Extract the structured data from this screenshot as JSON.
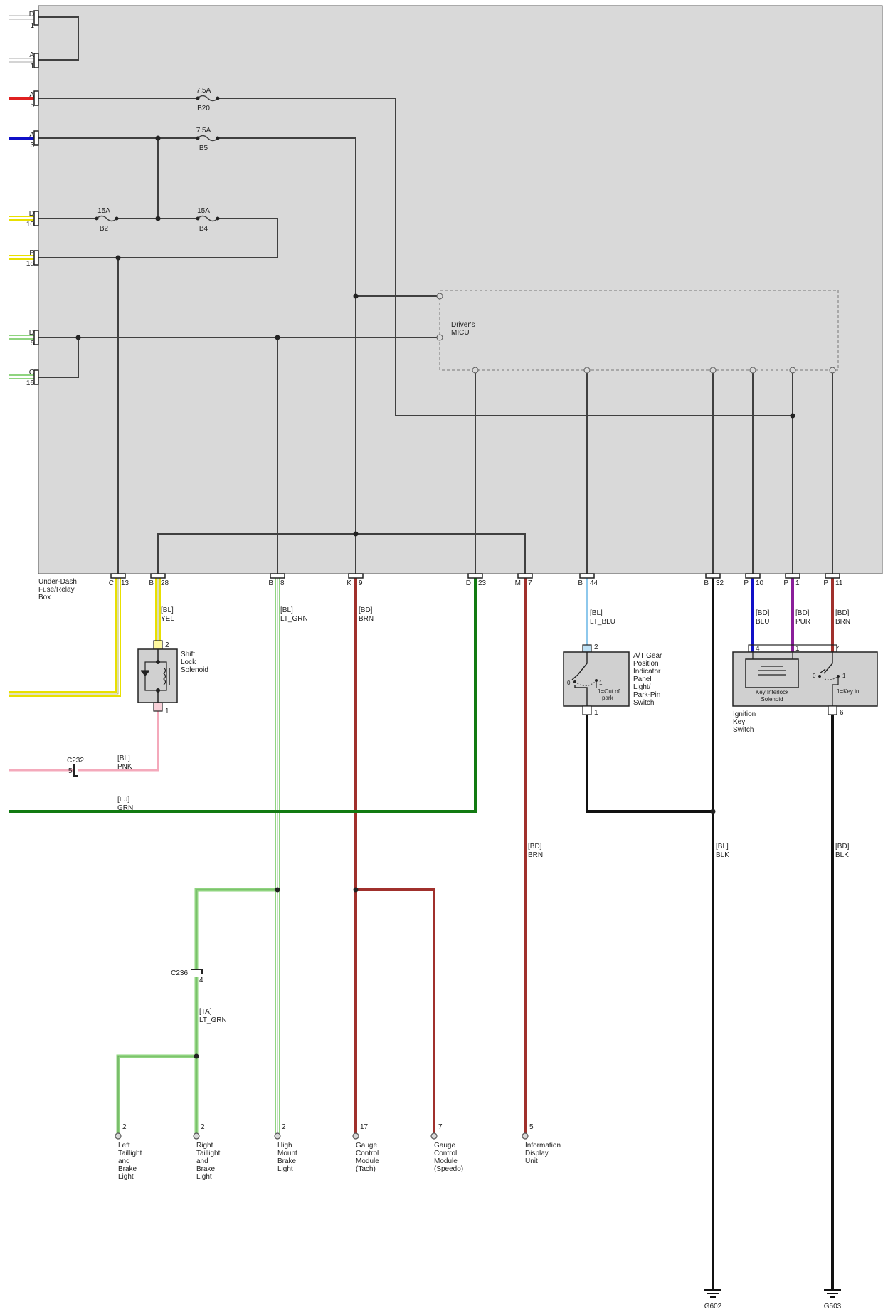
{
  "fuse_box": {
    "name_lines": [
      "Under-Dash",
      "Fuse/Relay",
      "Box"
    ],
    "left_terminals": [
      {
        "letter": "D",
        "num": "1"
      },
      {
        "letter": "A",
        "num": "1"
      },
      {
        "letter": "A",
        "num": "5"
      },
      {
        "letter": "A",
        "num": "3"
      },
      {
        "letter": "D",
        "num": "10"
      },
      {
        "letter": "P",
        "num": "18"
      },
      {
        "letter": "D",
        "num": "6"
      },
      {
        "letter": "C",
        "num": "16"
      }
    ],
    "fuses": [
      {
        "rating": "7.5A",
        "id": "B20"
      },
      {
        "rating": "7.5A",
        "id": "B5"
      },
      {
        "rating": "15A",
        "id": "B2"
      },
      {
        "rating": "15A",
        "id": "B4"
      }
    ],
    "bottom_terminals": [
      {
        "letter": "C",
        "num": "13"
      },
      {
        "letter": "B",
        "num": "28"
      },
      {
        "letter": "B",
        "num": "8"
      },
      {
        "letter": "K",
        "num": "9"
      },
      {
        "letter": "D",
        "num": "23"
      },
      {
        "letter": "M",
        "num": "7"
      },
      {
        "letter": "B",
        "num": "44"
      },
      {
        "letter": "B",
        "num": "32"
      },
      {
        "letter": "P",
        "num": "10"
      },
      {
        "letter": "P",
        "num": "1"
      },
      {
        "letter": "P",
        "num": "11"
      }
    ],
    "micu_lines": [
      "Driver's",
      "MICU"
    ]
  },
  "wires": [
    {
      "code": "[BL]",
      "color": "YEL"
    },
    {
      "code": "[BL]",
      "color": "LT_GRN"
    },
    {
      "code": "[BD]",
      "color": "BRN"
    },
    {
      "code": "[BL]",
      "color": "LT_BLU"
    },
    {
      "code": "[BD]",
      "color": "BLU"
    },
    {
      "code": "[BD]",
      "color": "PUR"
    },
    {
      "code": "[BD]",
      "color": "BRN"
    },
    {
      "code": "[BL]",
      "color": "PNK"
    },
    {
      "code": "[EJ]",
      "color": "GRN"
    },
    {
      "code": "[BD]",
      "color": "BRN"
    },
    {
      "code": "[BL]",
      "color": "BLK"
    },
    {
      "code": "[BD]",
      "color": "BLK"
    },
    {
      "code": "[TA]",
      "color": "LT_GRN"
    }
  ],
  "connectors": {
    "c232": {
      "name": "C232",
      "pin": "5"
    },
    "c236": {
      "name": "C236",
      "pin": "4"
    }
  },
  "shift_lock": {
    "name_lines": [
      "Shift",
      "Lock",
      "Solenoid"
    ],
    "pins": [
      "2",
      "1"
    ]
  },
  "at_gear": {
    "name_lines": [
      "A/T Gear",
      "Position",
      "Indicator",
      "Panel",
      "Light/",
      "Park-Pin",
      "Switch"
    ],
    "pins": [
      "2",
      "1"
    ],
    "switch_pos": [
      "0",
      "1"
    ],
    "note_lines": [
      "1=Out of",
      "park"
    ]
  },
  "ignition": {
    "name_lines": [
      "Ignition",
      "Key",
      "Switch"
    ],
    "pins": [
      "4",
      "1",
      "7",
      "6"
    ],
    "solenoid_lines": [
      "Key Interlock",
      "Solenoid"
    ],
    "switch_pos": [
      "0",
      "1"
    ],
    "note": "1=Key in"
  },
  "loads": [
    {
      "pin": "2",
      "name_lines": [
        "Left",
        "Taillight",
        "and",
        "Brake",
        "Light"
      ]
    },
    {
      "pin": "2",
      "name_lines": [
        "Right",
        "Taillight",
        "and",
        "Brake",
        "Light"
      ]
    },
    {
      "pin": "2",
      "name_lines": [
        "High",
        "Mount",
        "Brake",
        "Light"
      ]
    },
    {
      "pin": "17",
      "name_lines": [
        "Gauge",
        "Control",
        "Module",
        "(Tach)"
      ]
    },
    {
      "pin": "7",
      "name_lines": [
        "Gauge",
        "Control",
        "Module",
        "(Speedo)"
      ]
    },
    {
      "pin": "5",
      "name_lines": [
        "Information",
        "Display",
        "Unit"
      ]
    }
  ],
  "grounds": [
    {
      "name": "G602"
    },
    {
      "name": "G503"
    }
  ],
  "colors": {
    "box_fill": "#d9d9d9",
    "internal_wire": "#404040",
    "yellow": "#e8e000",
    "lt_green": "#8fd47f",
    "green": "#127a12",
    "brown": "#a0302c",
    "lt_blue": "#8ec8ec",
    "blue": "#1010c8",
    "purple": "#8a1f9a",
    "pink": "#f4a9bb",
    "black": "#111111",
    "red": "#e02020"
  }
}
